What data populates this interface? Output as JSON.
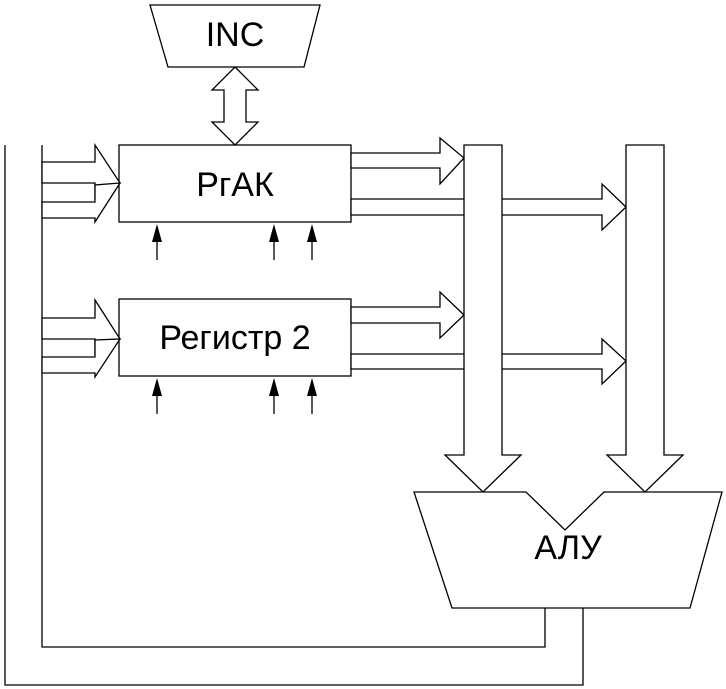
{
  "diagram": {
    "inc_label": "INC",
    "register_ak_label": "РгАК",
    "register2_label": "Регистр 2",
    "alu_label": "АЛУ"
  }
}
